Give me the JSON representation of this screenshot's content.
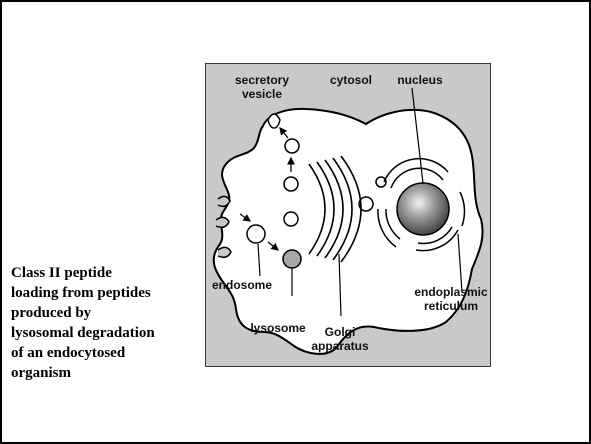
{
  "caption": {
    "lines": [
      "Class II peptide",
      "loading from peptides",
      "produced by",
      "lysosomal degradation",
      "of an endocytosed",
      "organism"
    ]
  },
  "diagram": {
    "labels": {
      "secretory_vesicle_line1": "secretory",
      "secretory_vesicle_line2": "vesicle",
      "cytosol": "cytosol",
      "nucleus": "nucleus",
      "endoplasmic_reticulum_line1": "endoplasmic",
      "endoplasmic_reticulum_line2": "reticulum",
      "endosome": "endosome",
      "lysosome": "lysosome",
      "golgi_line1": "Golgi",
      "golgi_line2": "apparatus"
    },
    "colors": {
      "background": "#c9c9c9",
      "cell_fill": "#ffffff",
      "outline": "#000000",
      "lysosome_fill": "#a8a8a8"
    }
  }
}
